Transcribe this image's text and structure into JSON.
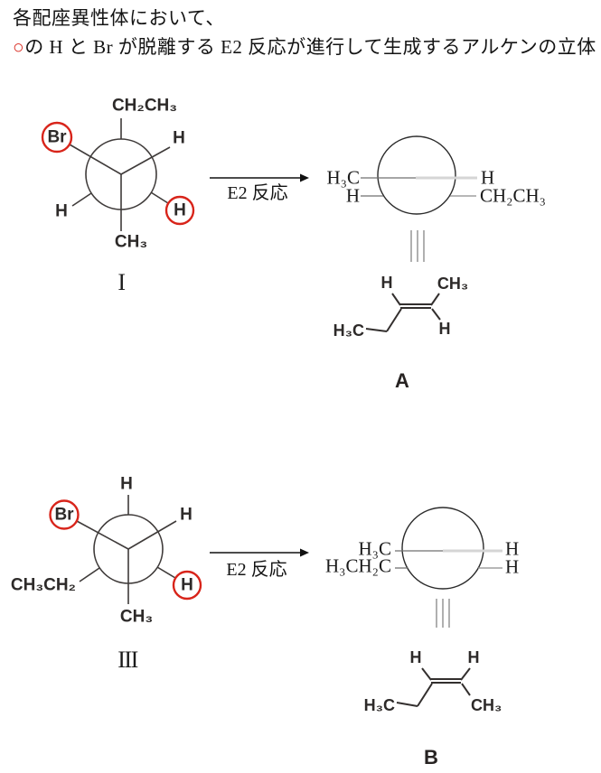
{
  "heading": {
    "line1": "各配座異性体において、",
    "marker": "○",
    "line2": "の H と Br が脱離する E2 反応が進行して生成するアルケンの立体"
  },
  "colors": {
    "highlight_red": "#d8241a",
    "bond_dark": "#3f3b3a",
    "bond_gray": "#6f6f6f",
    "bond_light": "#d5d5d5",
    "identity_gray": "#8f8f8f"
  },
  "reaction1": {
    "newman": {
      "back_top": "CH₂CH₃",
      "front_upper_left": "Br",
      "front_upper_right": "H",
      "front_bottom": "CH₃",
      "back_lower_left": "H",
      "back_lower_right": "H",
      "conformer_label": "I"
    },
    "arrow_label": "E2 反応",
    "product_newman": {
      "left_upper": "H₃C",
      "left_lower": "H",
      "right_upper": "H",
      "right_lower": "CH₂CH₃"
    },
    "product_skeletal": {
      "upper_left": "H",
      "upper_right": "CH₃",
      "lower_left": "H₃C",
      "lower_right": "H"
    },
    "product_label": "A"
  },
  "reaction2": {
    "newman": {
      "back_top": "H",
      "front_upper_left": "Br",
      "front_upper_right": "H",
      "front_bottom": "CH₃",
      "back_lower_left": "CH₃CH₂",
      "back_lower_right": "H",
      "conformer_label": "III"
    },
    "arrow_label": "E2 反応",
    "product_newman": {
      "left_upper": "H₃C",
      "left_lower": "H₃CH₂C",
      "right_upper": "H",
      "right_lower": "H"
    },
    "product_skeletal": {
      "upper_left": "H",
      "upper_right": "H",
      "lower_left": "H₃C",
      "lower_right": "CH₃"
    },
    "product_label": "B"
  }
}
